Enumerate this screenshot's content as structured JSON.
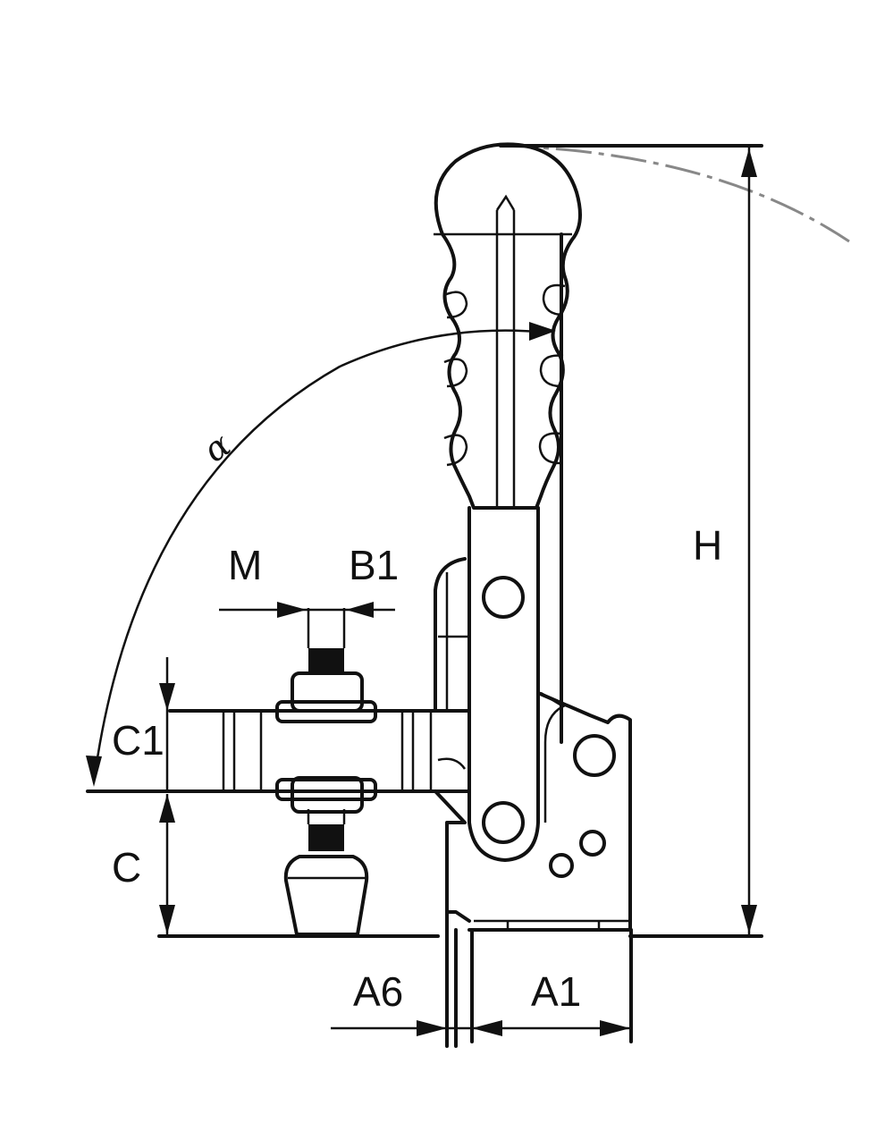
{
  "labels": {
    "alpha": "α",
    "M": "M",
    "B1": "B1",
    "C1": "C1",
    "C": "C",
    "H": "H",
    "A6": "A6",
    "A1": "A1"
  },
  "colors": {
    "line": "#111111",
    "background": "#ffffff",
    "arc_dash": "#888888"
  }
}
